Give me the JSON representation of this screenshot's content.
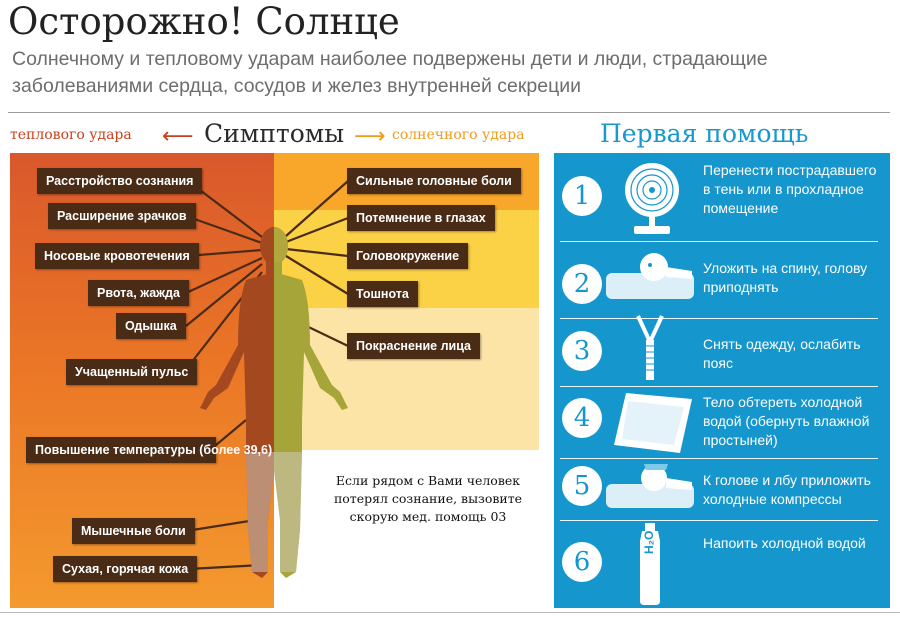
{
  "title": "Осторожно! Солнце",
  "subtitle": "Солнечному и тепловому ударам наиболее подвержены дети и люди, страдающие заболеваниями сердца, сосудов и желез внутренней секреции",
  "symptoms": {
    "title": "Симптомы",
    "heat_label": "теплового удара",
    "sun_label": "солнечного удара",
    "heat_items": [
      "Расстройство сознания",
      "Расширение зрачков",
      "Носовые кровотечения",
      "Рвота, жажда",
      "Одышка",
      "Учащенный пульс",
      "Повышение температуры (более 39,6)",
      "Мышечные боли",
      "Сухая, горячая кожа"
    ],
    "sun_items": [
      "Сильные головные боли",
      "Потемнение в глазах",
      "Головокружение",
      "Тошнота",
      "Покраснение лица"
    ]
  },
  "note": "Если рядом с Вами человек потерял сознание, вызовите скорую мед. помощь 03",
  "first_aid": {
    "title": "Первая помощь",
    "steps": [
      {
        "number": "1",
        "text": "Перенести пострадавшего в тень или в прохладное помещение",
        "icon": "fan-icon"
      },
      {
        "number": "2",
        "text": "Уложить на спину, голову приподнять",
        "icon": "lying-person-icon"
      },
      {
        "number": "3",
        "text": "Снять одежду, ослабить пояс",
        "icon": "zipper-icon"
      },
      {
        "number": "4",
        "text": "Тело обтереть холодной водой (обернуть влажной простыней)",
        "icon": "wet-sheet-icon"
      },
      {
        "number": "5",
        "text": "К голове и лбу приложить холодные компрессы",
        "icon": "cold-compress-icon"
      },
      {
        "number": "6",
        "text": "Напоить холодной водой",
        "icon": "water-bottle-icon"
      }
    ],
    "bottle_label": "H₂O"
  },
  "colors": {
    "heat_bg": "#e3611f",
    "sun_bg": "#f9a82a",
    "label_bg": "#4a2b16",
    "panel_blue": "#1596cc",
    "heat_text": "#c8401c",
    "sun_text": "#f29a1a"
  }
}
